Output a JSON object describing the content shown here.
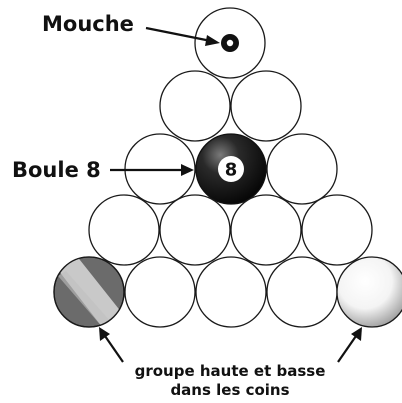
{
  "labels": {
    "cue_ball_label": "Mouche",
    "eight_ball_label": "Boule 8",
    "eight_ball_number": "8",
    "corner_note_line1": "groupe haute et basse",
    "corner_note_line2": "dans les coins"
  },
  "rack": {
    "rows": [
      1,
      2,
      3,
      4,
      5
    ],
    "special": {
      "apex": "mouche",
      "row3_middle": "boule-8",
      "row5_left_corner": "striped-dark",
      "row5_right_corner": "light-gray"
    }
  },
  "colors": {
    "outline": "#1a1a1a",
    "eight_ball": "#111111",
    "stripe_dark": "#6b6b6b",
    "stripe_light": "#d9d9d9",
    "corner_right": "#e6e6e6"
  }
}
